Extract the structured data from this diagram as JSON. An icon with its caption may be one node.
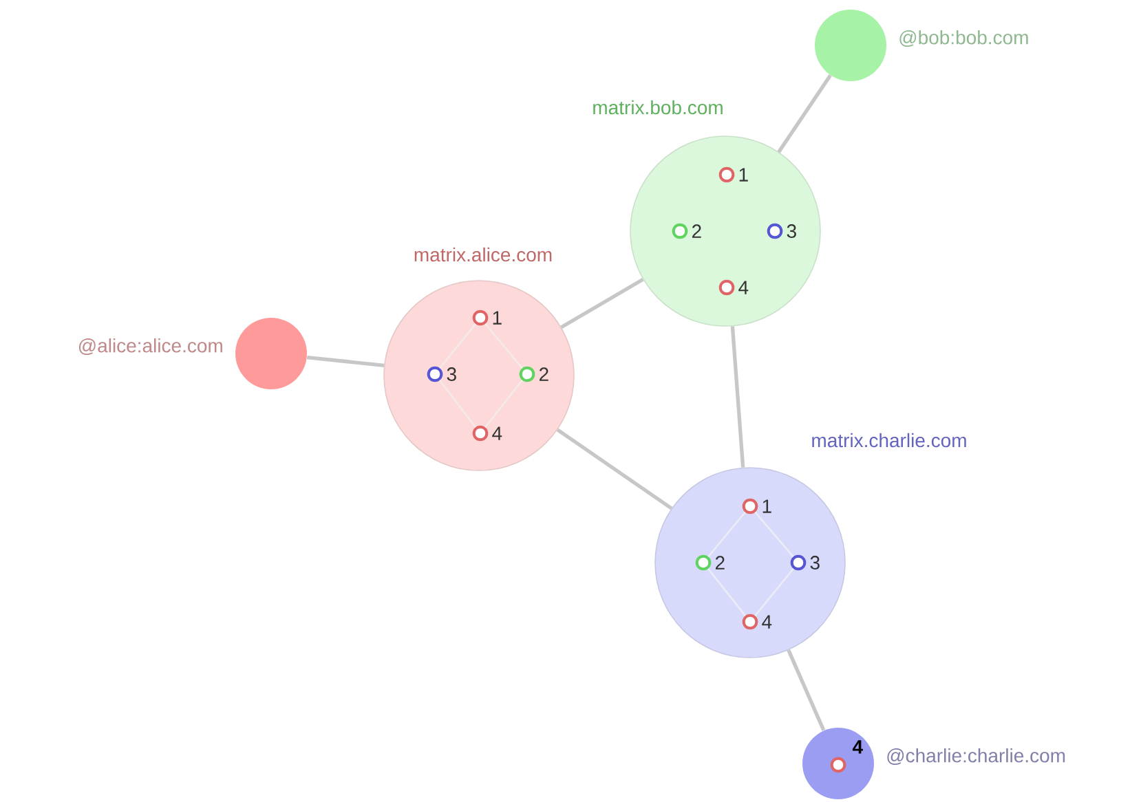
{
  "diagram": {
    "nodes": [
      {
        "text": [
          "@alice:alice.com"
        ]
      },
      {
        "text": [
          "matrix.alice.com"
        ]
      },
      {
        "text": [
          "1"
        ],
        "in": 1
      },
      {
        "text": [
          "3"
        ],
        "in": 1
      },
      {
        "text": [
          "2"
        ],
        "in": 1
      },
      {
        "text": [
          "4"
        ],
        "in": 1
      },
      {
        "text": [
          "@bob:bob.com"
        ]
      },
      {
        "text": [
          "matrix.bob.com"
        ]
      },
      {
        "text": [
          "1"
        ],
        "in": 7
      },
      {
        "text": [
          "2"
        ],
        "in": 7
      },
      {
        "text": [
          "3"
        ],
        "in": 7
      },
      {
        "text": [
          "4"
        ],
        "in": 7
      },
      {
        "text": [
          "matrix.charlie.com"
        ]
      },
      {
        "text": [
          "1"
        ],
        "in": 12
      },
      {
        "text": [
          "2"
        ],
        "in": 12
      },
      {
        "text": [
          "3"
        ],
        "in": 12
      },
      {
        "text": [
          "4"
        ],
        "in": 12
      },
      {
        "text": [
          "@charlie:charlie.com"
        ]
      },
      {
        "text": [
          "4"
        ],
        "in": 17
      }
    ],
    "edges": [
      {
        "from": 0,
        "to": 1,
        "arrow": "none"
      },
      {
        "from": 1,
        "to": 7,
        "arrow": "none"
      },
      {
        "from": 6,
        "to": 7,
        "arrow": "none"
      },
      {
        "from": 7,
        "to": 12,
        "arrow": "none"
      },
      {
        "from": 1,
        "to": 12,
        "arrow": "none"
      },
      {
        "from": 12,
        "to": 17,
        "arrow": "none"
      },
      {
        "from": 2,
        "to": 3,
        "arrow": "none",
        "color": "#f4eaea"
      },
      {
        "from": 2,
        "to": 4,
        "arrow": "none",
        "color": "#f4eaea"
      },
      {
        "from": 3,
        "to": 5,
        "arrow": "none",
        "color": "#f4eaea"
      },
      {
        "from": 4,
        "to": 5,
        "arrow": "none",
        "color": "#f4eaea"
      },
      {
        "from": 13,
        "to": 14,
        "arrow": "none",
        "color": "#ececf6"
      },
      {
        "from": 13,
        "to": 15,
        "arrow": "none",
        "color": "#ececf6"
      },
      {
        "from": 14,
        "to": 16,
        "arrow": "none",
        "color": "#ececf6"
      },
      {
        "from": 15,
        "to": 16,
        "arrow": "none",
        "color": "#ececf6"
      }
    ]
  }
}
